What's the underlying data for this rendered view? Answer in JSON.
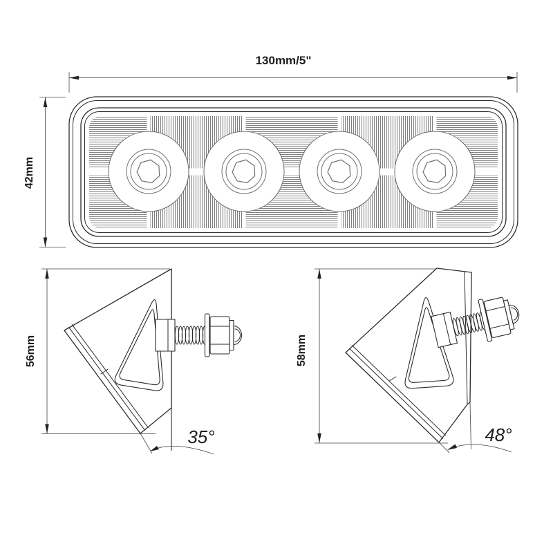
{
  "drawing": {
    "background": "#ffffff",
    "line_color": "#2b2b2b",
    "hatch_color": "#707070",
    "front_view": {
      "width_label": "130mm/5\"",
      "height_label": "42mm"
    },
    "side_view_left": {
      "height_label": "56mm",
      "angle_label": "35°"
    },
    "side_view_right": {
      "height_label": "58mm",
      "angle_label": "48°"
    }
  }
}
